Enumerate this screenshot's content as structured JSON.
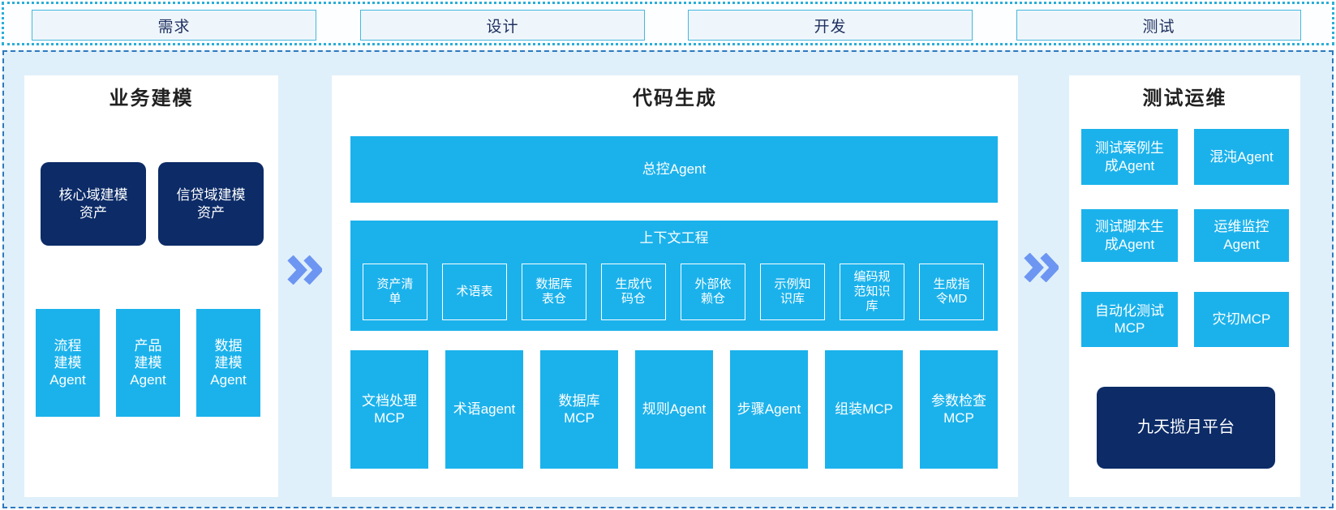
{
  "colors": {
    "cyan": "#1bb2ec",
    "navy": "#0c2b67",
    "arrow": "#6d95f2",
    "canvas_bg": "#dff0fa",
    "phase_box_border": "#44b8df",
    "main_border": "#2e79be"
  },
  "phase_bar": {
    "items": [
      "需求",
      "设计",
      "开发",
      "测试"
    ]
  },
  "business_modeling": {
    "title": "业务建模",
    "asset_boxes": [
      "核心域建模\n资产",
      "信贷域建模\n资产"
    ],
    "agent_boxes": [
      "流程\n建模\nAgent",
      "产品\n建模\nAgent",
      "数据\n建模\nAgent"
    ]
  },
  "code_generation": {
    "title": "代码生成",
    "master_agent_label": "总控Agent",
    "context_engineering": {
      "title": "上下文工程",
      "items": [
        "资产清\n单",
        "术语表",
        "数据库\n表仓",
        "生成代\n码仓",
        "外部依\n赖仓",
        "示例知\n识库",
        "编码规\n范知识\n库",
        "生成指\n令MD"
      ]
    },
    "worker_boxes": [
      "文档处理\nMCP",
      "术语agent",
      "数据库\nMCP",
      "规则Agent",
      "步骤Agent",
      "组装MCP",
      "参数检查\nMCP"
    ]
  },
  "test_ops": {
    "title": "测试运维",
    "grid_boxes": [
      "测试案例生\n成Agent",
      "混沌Agent",
      "测试脚本生\n成Agent",
      "运维监控\nAgent",
      "自动化测试\nMCP",
      "灾切MCP"
    ],
    "platform_label": "九天揽月平台"
  }
}
